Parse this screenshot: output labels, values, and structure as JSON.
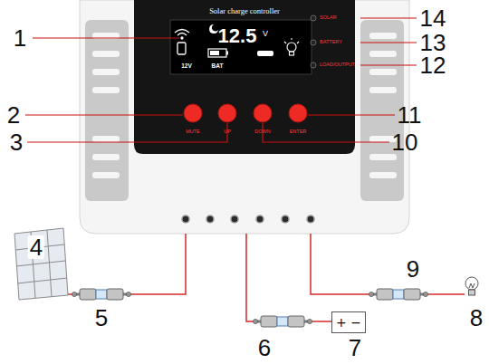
{
  "diagram": {
    "nodes": [
      {
        "text": [
          "+ −"
        ]
      }
    ],
    "labels": [
      "Solar charge controller",
      "12.5",
      "V",
      "12V",
      "BAT",
      "SOLAR",
      "BATTERY",
      "LOAD/OUTPUT",
      "MUTE",
      "UP",
      "DOWN",
      "ENTER",
      "1",
      "2",
      "3",
      "4",
      "5",
      "6",
      "7",
      "8",
      "9",
      "10",
      "11",
      "12",
      "13",
      "14"
    ]
  }
}
